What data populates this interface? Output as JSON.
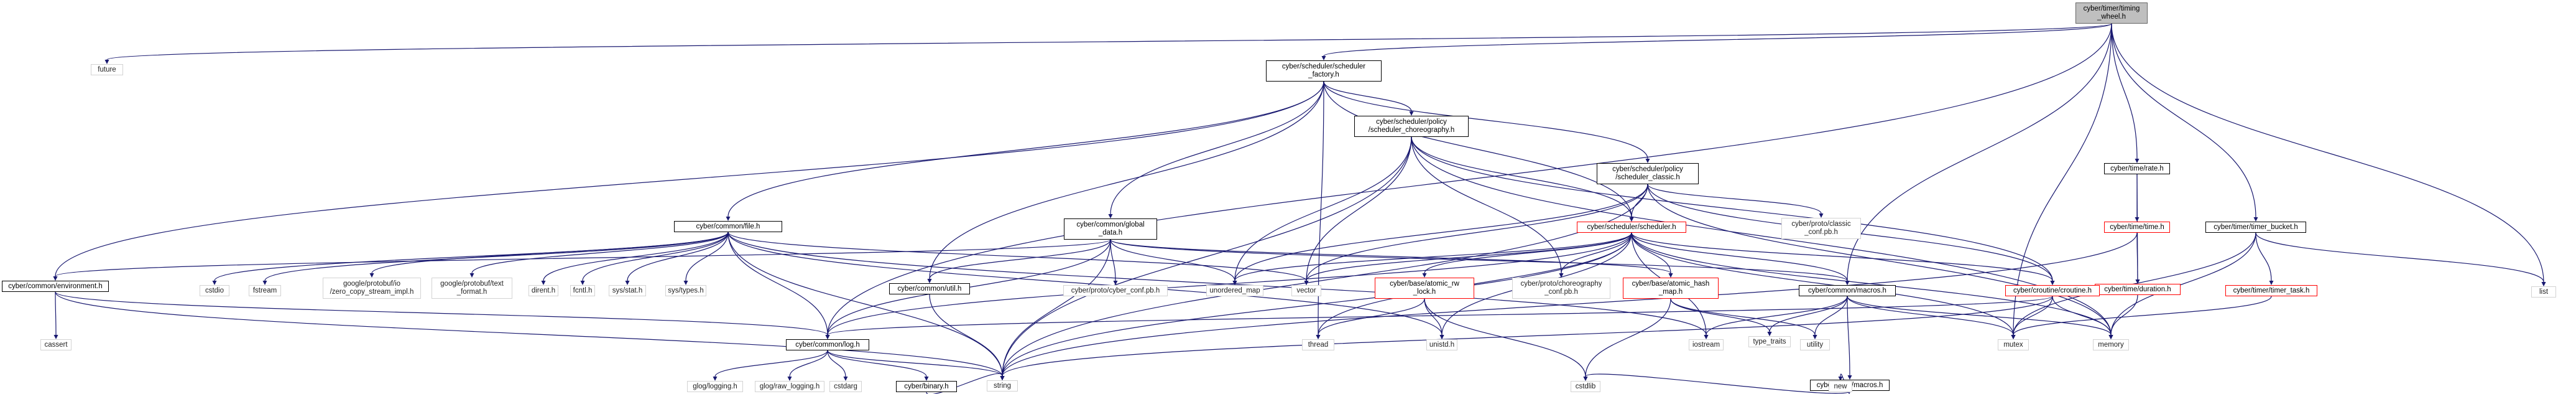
{
  "nodes": [
    {
      "id": "timing_wheel",
      "label": "cyber/timer/timing\n_wheel.h",
      "kind": "root"
    },
    {
      "id": "future",
      "label": "future",
      "kind": "plain"
    },
    {
      "id": "scheduler_factory",
      "label": "cyber/scheduler/scheduler\n_factory.h",
      "kind": "box"
    },
    {
      "id": "rate",
      "label": "cyber/time/rate.h",
      "kind": "box"
    },
    {
      "id": "timer_bucket",
      "label": "cyber/timer/timer_bucket.h",
      "kind": "box"
    },
    {
      "id": "list",
      "label": "list",
      "kind": "plain"
    },
    {
      "id": "policy_choreo",
      "label": "cyber/scheduler/policy\n/scheduler_choreography.h",
      "kind": "box"
    },
    {
      "id": "policy_classic",
      "label": "cyber/scheduler/policy\n/scheduler_classic.h",
      "kind": "box"
    },
    {
      "id": "time_h",
      "label": "cyber/time/time.h",
      "kind": "red"
    },
    {
      "id": "common_file",
      "label": "cyber/common/file.h",
      "kind": "box"
    },
    {
      "id": "global_data",
      "label": "cyber/common/global\n_data.h",
      "kind": "box"
    },
    {
      "id": "scheduler_h",
      "label": "cyber/scheduler/scheduler.h",
      "kind": "red"
    },
    {
      "id": "classic_conf",
      "label": "cyber/proto/classic\n_conf.pb.h",
      "kind": "plain"
    },
    {
      "id": "duration",
      "label": "cyber/time/duration.h",
      "kind": "red"
    },
    {
      "id": "timer_task",
      "label": "cyber/timer/timer_task.h",
      "kind": "red"
    },
    {
      "id": "environment",
      "label": "cyber/common/environment.h",
      "kind": "box"
    },
    {
      "id": "cstdio",
      "label": "cstdio",
      "kind": "plain"
    },
    {
      "id": "fstream",
      "label": "fstream",
      "kind": "plain"
    },
    {
      "id": "zero_copy",
      "label": "google/protobuf/io\n/zero_copy_stream_impl.h",
      "kind": "plain"
    },
    {
      "id": "text_format",
      "label": "google/protobuf/text\n_format.h",
      "kind": "plain"
    },
    {
      "id": "dirent",
      "label": "dirent.h",
      "kind": "plain"
    },
    {
      "id": "fcntl",
      "label": "fcntl.h",
      "kind": "plain"
    },
    {
      "id": "sys_stat",
      "label": "sys/stat.h",
      "kind": "plain"
    },
    {
      "id": "sys_types",
      "label": "sys/types.h",
      "kind": "plain"
    },
    {
      "id": "util",
      "label": "cyber/common/util.h",
      "kind": "box"
    },
    {
      "id": "cyber_conf",
      "label": "cyber/proto/cyber_conf.pb.h",
      "kind": "plain"
    },
    {
      "id": "unordered_map",
      "label": "unordered_map",
      "kind": "plain"
    },
    {
      "id": "vector",
      "label": "vector",
      "kind": "plain"
    },
    {
      "id": "atomic_rw",
      "label": "cyber/base/atomic_rw\n_lock.h",
      "kind": "red"
    },
    {
      "id": "choreo_conf",
      "label": "cyber/proto/choreography\n_conf.pb.h",
      "kind": "plain"
    },
    {
      "id": "atomic_hash",
      "label": "cyber/base/atomic_hash\n_map.h",
      "kind": "red"
    },
    {
      "id": "macros_common",
      "label": "cyber/common/macros.h",
      "kind": "box"
    },
    {
      "id": "routine",
      "label": "cyber/croutine/croutine.h",
      "kind": "red"
    },
    {
      "id": "cassert",
      "label": "cassert",
      "kind": "plain"
    },
    {
      "id": "log",
      "label": "cyber/common/log.h",
      "kind": "box"
    },
    {
      "id": "thread",
      "label": "thread",
      "kind": "plain"
    },
    {
      "id": "unistd",
      "label": "unistd.h",
      "kind": "plain"
    },
    {
      "id": "iostream",
      "label": "iostream",
      "kind": "plain"
    },
    {
      "id": "mutex",
      "label": "mutex",
      "kind": "plain"
    },
    {
      "id": "memory",
      "label": "memory",
      "kind": "plain"
    },
    {
      "id": "type_traits",
      "label": "type_traits",
      "kind": "plain"
    },
    {
      "id": "utility",
      "label": "utility",
      "kind": "plain"
    },
    {
      "id": "base_macros",
      "label": "cyber/base/macros.h",
      "kind": "box"
    },
    {
      "id": "glog",
      "label": "glog/logging.h",
      "kind": "plain"
    },
    {
      "id": "glog_raw",
      "label": "glog/raw_logging.h",
      "kind": "plain"
    },
    {
      "id": "cstdarg",
      "label": "cstdarg",
      "kind": "plain"
    },
    {
      "id": "binary",
      "label": "cyber/binary.h",
      "kind": "box"
    },
    {
      "id": "cstdlib",
      "label": "cstdlib",
      "kind": "plain"
    },
    {
      "id": "new",
      "label": "new",
      "kind": "plain"
    },
    {
      "id": "string",
      "label": "string",
      "kind": "plain"
    }
  ],
  "edges": [
    [
      "timing_wheel",
      "future"
    ],
    [
      "timing_wheel",
      "scheduler_factory"
    ],
    [
      "timing_wheel",
      "rate"
    ],
    [
      "timing_wheel",
      "timer_bucket"
    ],
    [
      "timing_wheel",
      "list"
    ],
    [
      "timing_wheel",
      "log"
    ],
    [
      "timing_wheel",
      "macros_common"
    ],
    [
      "timing_wheel",
      "mutex"
    ],
    [
      "scheduler_factory",
      "policy_choreo"
    ],
    [
      "scheduler_factory",
      "policy_classic"
    ],
    [
      "scheduler_factory",
      "scheduler_h"
    ],
    [
      "scheduler_factory",
      "global_data"
    ],
    [
      "scheduler_factory",
      "common_file"
    ],
    [
      "scheduler_factory",
      "util"
    ],
    [
      "scheduler_factory",
      "environment"
    ],
    [
      "scheduler_factory",
      "thread"
    ],
    [
      "policy_choreo",
      "scheduler_h"
    ],
    [
      "policy_choreo",
      "unordered_map"
    ],
    [
      "policy_choreo",
      "vector"
    ],
    [
      "policy_choreo",
      "choreo_conf"
    ],
    [
      "policy_choreo",
      "memory"
    ],
    [
      "policy_choreo",
      "string"
    ],
    [
      "policy_choreo",
      "routine"
    ],
    [
      "policy_classic",
      "scheduler_h"
    ],
    [
      "policy_classic",
      "classic_conf"
    ],
    [
      "policy_classic",
      "unordered_map"
    ],
    [
      "policy_classic",
      "vector"
    ],
    [
      "policy_classic",
      "memory"
    ],
    [
      "policy_classic",
      "string"
    ],
    [
      "policy_classic",
      "routine"
    ],
    [
      "rate",
      "time_h"
    ],
    [
      "rate",
      "duration"
    ],
    [
      "time_h",
      "duration"
    ],
    [
      "time_h",
      "string"
    ],
    [
      "duration",
      "memory"
    ],
    [
      "timer_bucket",
      "timer_task"
    ],
    [
      "timer_bucket",
      "list"
    ],
    [
      "timer_bucket",
      "mutex"
    ],
    [
      "timer_bucket",
      "memory"
    ],
    [
      "timer_task",
      "mutex"
    ],
    [
      "common_file",
      "cstdio"
    ],
    [
      "common_file",
      "fstream"
    ],
    [
      "common_file",
      "zero_copy"
    ],
    [
      "common_file",
      "text_format"
    ],
    [
      "common_file",
      "dirent"
    ],
    [
      "common_file",
      "fcntl"
    ],
    [
      "common_file",
      "sys_stat"
    ],
    [
      "common_file",
      "sys_types"
    ],
    [
      "common_file",
      "string"
    ],
    [
      "common_file",
      "vector"
    ],
    [
      "common_file",
      "log"
    ],
    [
      "common_file",
      "unistd"
    ],
    [
      "common_file",
      "iostream"
    ],
    [
      "global_data",
      "util"
    ],
    [
      "global_data",
      "cyber_conf"
    ],
    [
      "global_data",
      "unordered_map"
    ],
    [
      "global_data",
      "atomic_hash"
    ],
    [
      "global_data",
      "macros_common"
    ],
    [
      "global_data",
      "log"
    ],
    [
      "global_data",
      "environment"
    ],
    [
      "global_data",
      "string"
    ],
    [
      "scheduler_h",
      "atomic_rw"
    ],
    [
      "scheduler_h",
      "atomic_hash"
    ],
    [
      "scheduler_h",
      "macros_common"
    ],
    [
      "scheduler_h",
      "routine"
    ],
    [
      "scheduler_h",
      "choreo_conf"
    ],
    [
      "scheduler_h",
      "unordered_map"
    ],
    [
      "scheduler_h",
      "vector"
    ],
    [
      "scheduler_h",
      "thread"
    ],
    [
      "scheduler_h",
      "unistd"
    ],
    [
      "scheduler_h",
      "mutex"
    ],
    [
      "scheduler_h",
      "memory"
    ],
    [
      "scheduler_h",
      "string"
    ],
    [
      "scheduler_h",
      "log"
    ],
    [
      "scheduler_h",
      "iostream"
    ],
    [
      "environment",
      "cassert"
    ],
    [
      "environment",
      "log"
    ],
    [
      "environment",
      "string"
    ],
    [
      "util",
      "string"
    ],
    [
      "atomic_rw",
      "thread"
    ],
    [
      "atomic_rw",
      "unistd"
    ],
    [
      "atomic_rw",
      "cstdlib"
    ],
    [
      "atomic_hash",
      "type_traits"
    ],
    [
      "atomic_hash",
      "utility"
    ],
    [
      "atomic_hash",
      "cstdlib"
    ],
    [
      "macros_common",
      "base_macros"
    ],
    [
      "macros_common",
      "iostream"
    ],
    [
      "macros_common",
      "memory"
    ],
    [
      "macros_common",
      "mutex"
    ],
    [
      "macros_common",
      "type_traits"
    ],
    [
      "macros_common",
      "utility"
    ],
    [
      "routine",
      "log"
    ],
    [
      "routine",
      "mutex"
    ],
    [
      "routine",
      "memory"
    ],
    [
      "routine",
      "string"
    ],
    [
      "base_macros",
      "cstdlib"
    ],
    [
      "base_macros",
      "new"
    ],
    [
      "log",
      "glog"
    ],
    [
      "log",
      "glog_raw"
    ],
    [
      "log",
      "cstdarg"
    ],
    [
      "log",
      "binary"
    ],
    [
      "log",
      "string"
    ],
    [
      "binary",
      "string"
    ]
  ]
}
